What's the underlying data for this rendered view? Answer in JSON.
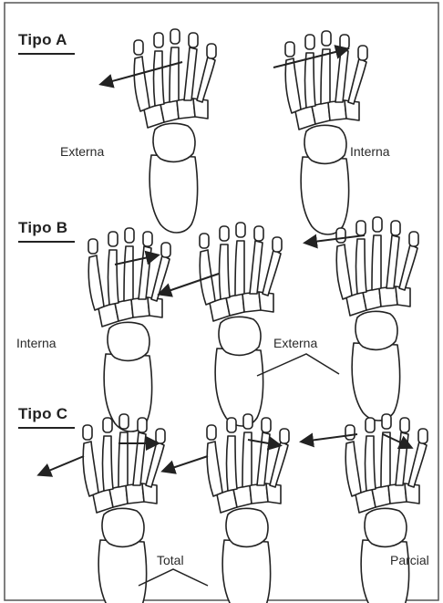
{
  "sections": [
    {
      "title": "Tipo A",
      "labels": [
        "Externa",
        "Interna"
      ]
    },
    {
      "title": "Tipo B",
      "labels": [
        "Interna",
        "Externa"
      ]
    },
    {
      "title": "Tipo C",
      "labels": [
        "Total",
        "Parcial"
      ]
    }
  ],
  "colors": {
    "line": "#222222",
    "frame": "#555555",
    "background": "#ffffff"
  }
}
